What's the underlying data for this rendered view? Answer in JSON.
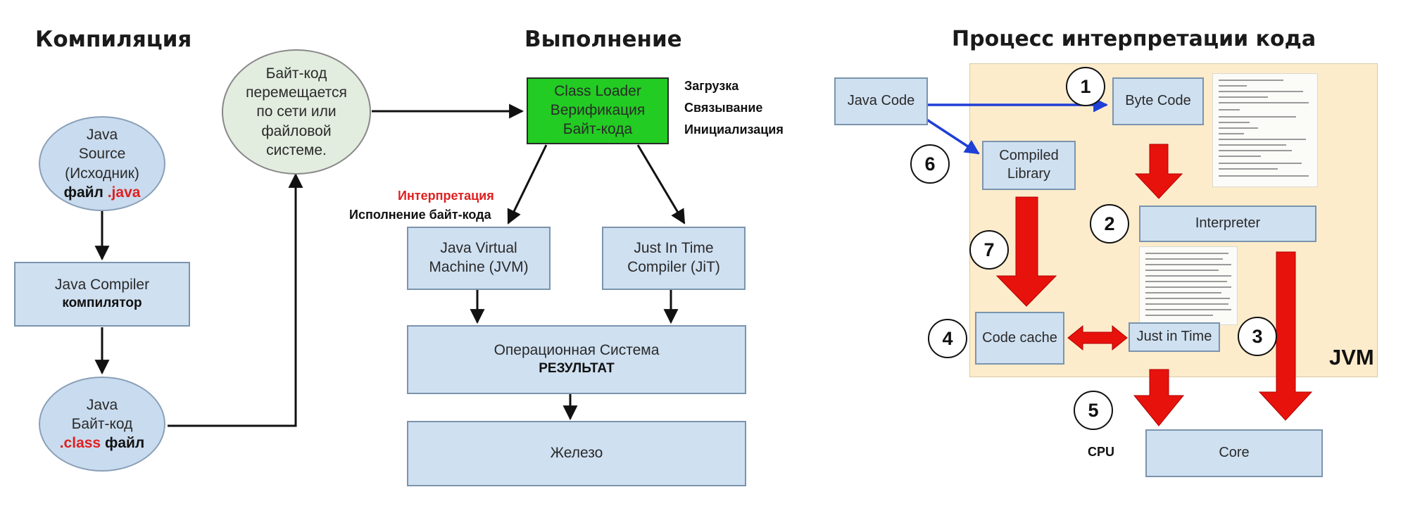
{
  "left": {
    "heading_compile": "Компиляция",
    "heading_exec": "Выполнение",
    "java_source": {
      "line1": "Java",
      "line2": "Source",
      "line3": "(Исходник)",
      "file_word": "файл",
      "ext": ".java"
    },
    "compiler": {
      "line1": "Java Compiler",
      "line2": "компилятор"
    },
    "bytecode": {
      "line1": "Java",
      "line2": "Байт-код",
      "ext": ".class",
      "file_word": "файл"
    },
    "network": {
      "line1": "Байт-код",
      "line2": "перемещается",
      "line3": "по сети или",
      "line4": "файловой",
      "line5": "системе."
    },
    "class_loader": {
      "line1": "Class Loader",
      "line2": "Верификация",
      "line3": "Байт-кода"
    },
    "loader_steps": [
      "Загрузка",
      "Связывание",
      "Инициализация"
    ],
    "interp_label": "Интерпретация",
    "exec_label": "Исполнение байт-кода",
    "jvm": {
      "line1": "Java Virtual",
      "line2": "Machine (JVM)"
    },
    "jit": {
      "line1": "Just In Time",
      "line2": "Compiler (JiT)"
    },
    "os": {
      "line1": "Операционная Система",
      "line2": "РЕЗУЛЬТАТ"
    },
    "hardware": "Железо"
  },
  "right": {
    "heading": "Процесс интерпретации кода",
    "java_code": "Java Code",
    "byte_code": "Byte Code",
    "compiled_library": {
      "line1": "Compiled",
      "line2": "Library"
    },
    "interpreter": "Interpreter",
    "code_cache": "Code cache",
    "just_in_time": "Just in Time",
    "jvm_label": "JVM",
    "cpu_label": "CPU",
    "core": "Core",
    "steps": [
      "1",
      "2",
      "3",
      "4",
      "5",
      "6",
      "7"
    ]
  },
  "colors": {
    "box_fill": "#cfe0f1",
    "loader_fill": "#22cc22",
    "jvm_region": "#fdeccb",
    "red_arrow": "#e8120c",
    "blue_arrow": "#1f3fd6",
    "accent_red_text": "#e02020"
  }
}
